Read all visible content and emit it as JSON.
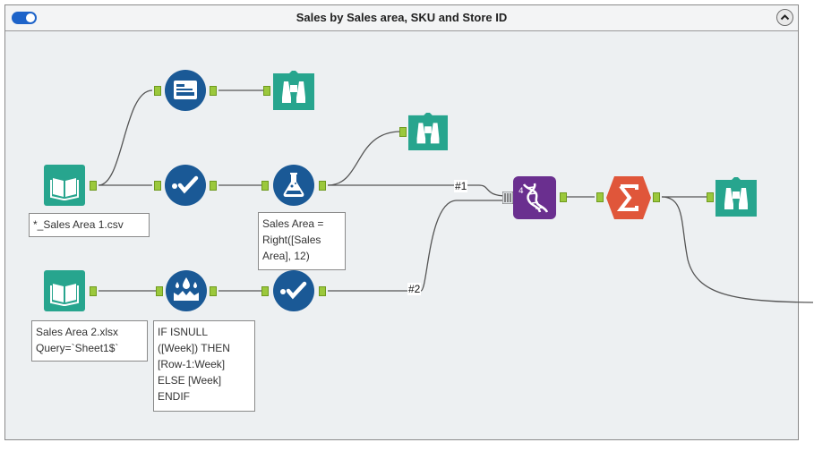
{
  "window": {
    "title": "Sales by Sales area, SKU and Store ID",
    "toggle_state": "on",
    "accent_color": "#1d63c9"
  },
  "colors": {
    "input_tool": "#27a58e",
    "browse_tool": "#27a58e",
    "blue_tool": "#1a5996",
    "join_tool": "#6a2f8f",
    "summarize_tool": "#e0563a",
    "anchor": "#9bc83c",
    "canvas": "#edf0f2"
  },
  "tools": [
    {
      "id": "input1",
      "icon": "book-icon"
    },
    {
      "id": "formula_top",
      "icon": "form-icon"
    },
    {
      "id": "browse1",
      "icon": "binoculars-icon"
    },
    {
      "id": "select1",
      "icon": "checkmark-icon"
    },
    {
      "id": "formula1",
      "icon": "flask-icon"
    },
    {
      "id": "browse2",
      "icon": "binoculars-icon"
    },
    {
      "id": "input2",
      "icon": "book-icon"
    },
    {
      "id": "multirow",
      "icon": "multirow-icon"
    },
    {
      "id": "select2",
      "icon": "checkmark-icon"
    },
    {
      "id": "join",
      "icon": "dna-icon"
    },
    {
      "id": "summarize",
      "icon": "sigma-icon"
    },
    {
      "id": "browse3",
      "icon": "binoculars-icon"
    }
  ],
  "annotations": {
    "input1": "*_Sales Area 1.csv",
    "formula1": "Sales Area =\nRight([Sales\nArea], 12)",
    "input2": "Sales Area 2.xlsx\nQuery=`Sheet1$`",
    "multirow": "IF ISNULL\n([Week]) THEN\n[Row-1:Week]\nELSE [Week]\nENDIF"
  },
  "connection_labels": {
    "c1": "#1",
    "c2": "#2"
  }
}
